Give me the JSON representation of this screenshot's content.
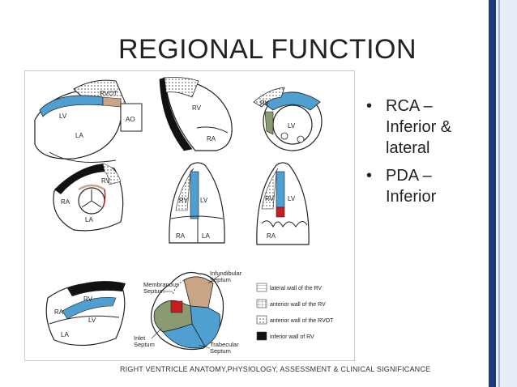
{
  "slide": {
    "title": "REGIONAL FUNCTION",
    "bullets": [
      "RCA – Inferior & lateral",
      "PDA – Inferior"
    ],
    "footer": "RIGHT VENTRICLE  ANATOMY,PHYSIOLOGY, ASSESSMENT & CLINICAL SIGNIFICANCE"
  },
  "figure": {
    "panel1": {
      "rvot": "RVOT",
      "ao": "AO",
      "lv": "LV",
      "la": "LA"
    },
    "panel2": {
      "rv": "RV",
      "ra": "RA"
    },
    "panel3": {
      "rv": "RV",
      "lv": "LV"
    },
    "panel4": {
      "rv": "RV",
      "ra": "RA",
      "la": "LA"
    },
    "panel5": {
      "rv": "RV",
      "lv": "LV",
      "ra": "RA",
      "la": "LA"
    },
    "panel6": {
      "rv": "RV",
      "lv": "LV",
      "ra": "RA"
    },
    "panel7": {
      "rv": "RV",
      "ra": "RA",
      "lv": "LV",
      "la": "LA"
    },
    "septum": {
      "membranous_1": "Membranous",
      "membranous_2": "Septum",
      "infundibular_1": "Infundibular",
      "infundibular_2": "Septum",
      "inlet_1": "Inlet",
      "inlet_2": "Septum",
      "trabecular_1": "Trabecular",
      "trabecular_2": "Septum"
    },
    "legend": [
      "lateral wall of the RV",
      "anterior wall of the RV",
      "anterior wall of the RVOT",
      "inferior wall of RV"
    ]
  },
  "colors": {
    "accent_rail": "#1f3a78",
    "rca_blue": "#4f9fd1",
    "tan": "#c9a585",
    "olive": "#8c9a72",
    "red": "#c81e1e",
    "dark": "#111111"
  }
}
